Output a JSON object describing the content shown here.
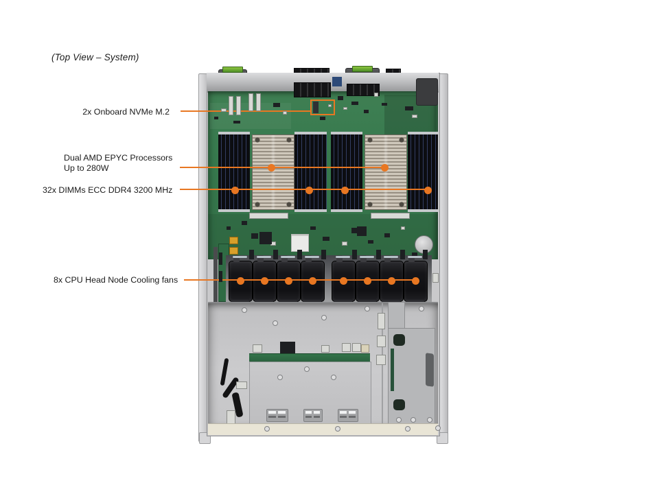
{
  "title": "(Top View – System)",
  "colors": {
    "accent": "#E87722",
    "pcb_green": "#3A7C50",
    "chassis_gray": "#C9C9CB",
    "heatsink_tan": "#C9C1B3",
    "fan_black": "#1A1A1D"
  },
  "callouts": {
    "nvme": {
      "label": "2x Onboard NVMe M.2"
    },
    "cpu": {
      "line1": "Dual AMD EPYC Processors",
      "line2": "Up to 280W"
    },
    "dimm": {
      "label": "32x DIMMs ECC DDR4 3200 MHz"
    },
    "fans": {
      "label": "8x CPU Head Node Cooling fans"
    }
  }
}
